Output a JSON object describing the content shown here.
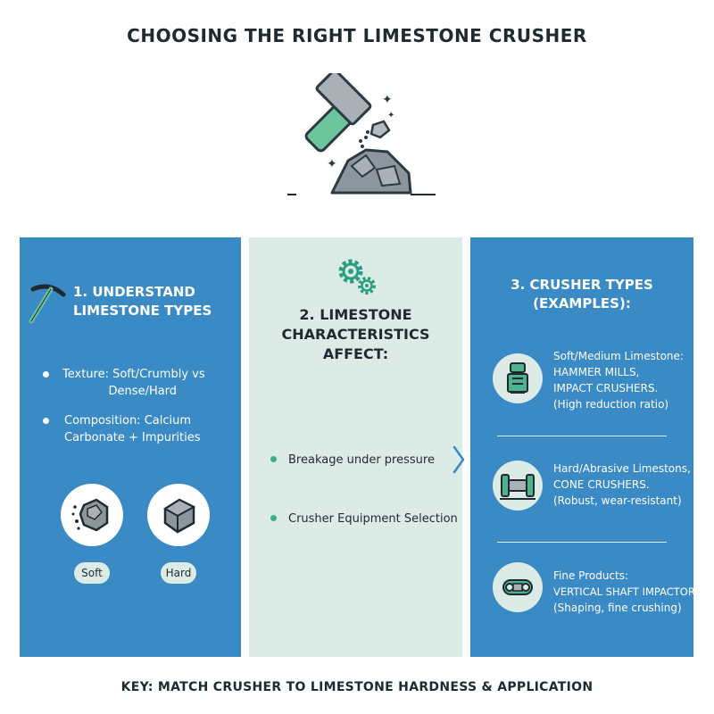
{
  "title": "CHOOSING THE RIGHT LIMESTONE CRUSHER",
  "left": {
    "title_line1": "1. UNDERSTAND",
    "title_line2": "LIMESTONE TYPES",
    "bullets": [
      {
        "line1": "Texture: Soft/Crumbly vs",
        "line2": "Dense/Hard"
      },
      {
        "line1": "Composition: Calcium",
        "line2": "Carbonate + Impurities"
      }
    ],
    "soft_label": "Soft",
    "hard_label": "Hard"
  },
  "middle": {
    "title_line1": "2. LIMESTONE",
    "title_line2": "CHARACTERISTICS",
    "title_line3": "AFFECT:",
    "bullets": [
      "Breakage under pressure",
      "Crusher Equipment Selection"
    ]
  },
  "right": {
    "title_line1": "3. CRUSHER TYPES",
    "title_line2": "(EXAMPLES):",
    "items": [
      {
        "heading": "Soft/Medium Limestone:",
        "line1": "HAMMER MILLS,",
        "line2": "IMPACT CRUSHERS.",
        "note": "(High reduction ratio)"
      },
      {
        "heading": "Hard/Abrasive Limestons,",
        "line1": "CONE CRUSHERS.",
        "line2": "",
        "note": "(Robust, wear-resistant)"
      },
      {
        "heading": "Fine Products:",
        "line1": "VERTICAL SHAFT IMPACTORS (VSI)",
        "line2": "",
        "note": "(Shaping, fine crushing)"
      }
    ]
  },
  "key": "KEY: MATCH CRUSHER TO LIMESTONE HARDNESS & APPLICATION",
  "colors": {
    "blue_panel": "#3a8ac6",
    "mint_panel": "#dcebe6",
    "accent_green": "#3ab08a",
    "dark_text": "#1f2a30"
  },
  "icons": [
    "hammer-rock-icon",
    "pickaxe-icon",
    "gears-icon",
    "soft-rock-icon",
    "hard-rock-icon",
    "chevron-right-icon",
    "hammer-mill-icon",
    "cone-crusher-icon",
    "vsi-icon"
  ]
}
